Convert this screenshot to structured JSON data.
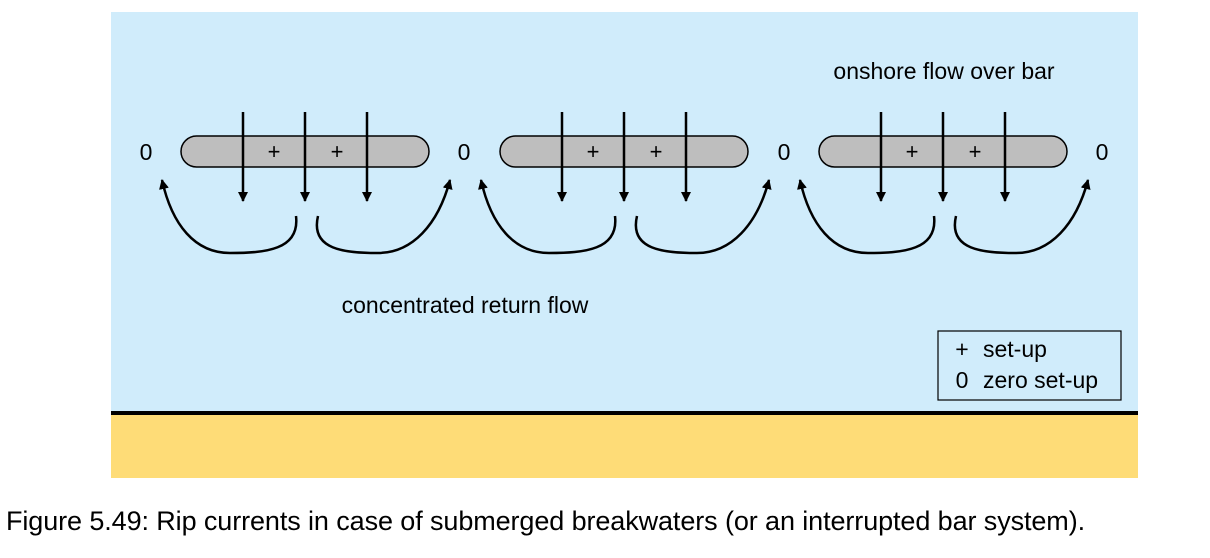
{
  "labels": {
    "top_annotation": "onshore flow over bar",
    "bottom_annotation": "concentrated return flow"
  },
  "legend": {
    "items": [
      {
        "symbol": "+",
        "text": "set-up"
      },
      {
        "symbol": "0",
        "text": "zero set-up"
      }
    ]
  },
  "markers": {
    "zero": "0",
    "plus": "+"
  },
  "caption": "Figure 5.49: Rip currents in case of submerged breakwaters (or an interrupted bar system).",
  "colors": {
    "water": "#d0ecfb",
    "sand": "#fedc77",
    "bar_fill": "#bebebe",
    "shoreline": "#000000"
  }
}
